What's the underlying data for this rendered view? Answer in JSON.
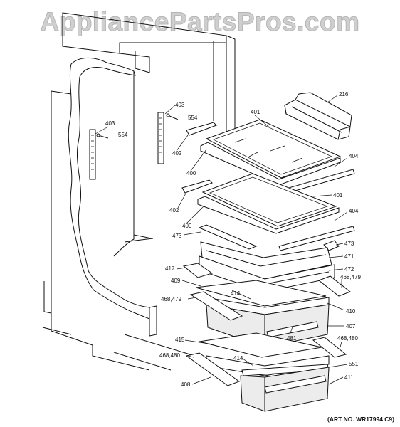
{
  "watermark": "AppliancePartsPros.com",
  "art_number": "(ART NO. WR17994 C9)",
  "callouts": {
    "c216": "216",
    "c401a": "401",
    "c403a": "403",
    "c554a": "554",
    "c403b": "403",
    "c554b": "554",
    "c402a": "402",
    "c404a": "404",
    "c400a": "400",
    "c401b": "401",
    "c402b": "402",
    "c404b": "404",
    "c400b": "400",
    "c473a": "473",
    "c473b": "473",
    "c471": "471",
    "c472": "472",
    "c417": "417",
    "c468_479a": "468,479",
    "c409": "409",
    "c414a": "414",
    "c468_479b": "468,479",
    "c410": "410",
    "c407": "407",
    "c481": "481",
    "c415": "415",
    "c468_480a": "468,480",
    "c468_480b": "468,480",
    "c414b": "414",
    "c551": "551",
    "c411": "411",
    "c408": "408"
  }
}
